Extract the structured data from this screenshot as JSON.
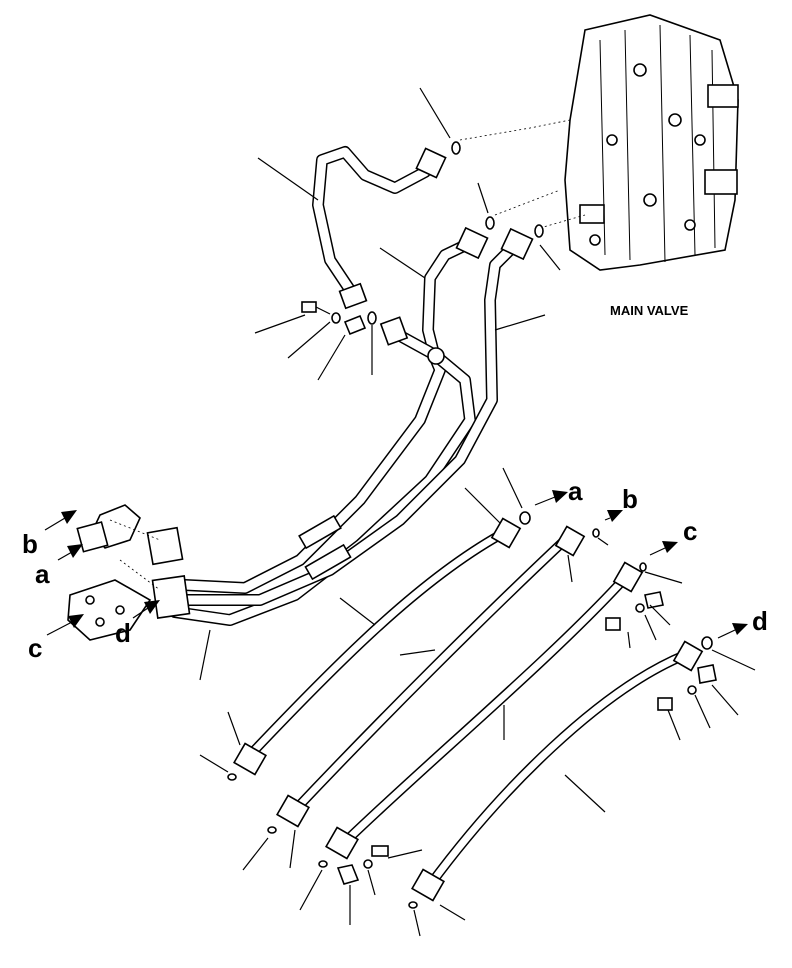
{
  "labels": {
    "main_valve": "MAIN VALVE",
    "callouts": [
      "a",
      "b",
      "c",
      "d"
    ]
  },
  "colors": {
    "ink": "#000000",
    "paper": "#ffffff"
  }
}
